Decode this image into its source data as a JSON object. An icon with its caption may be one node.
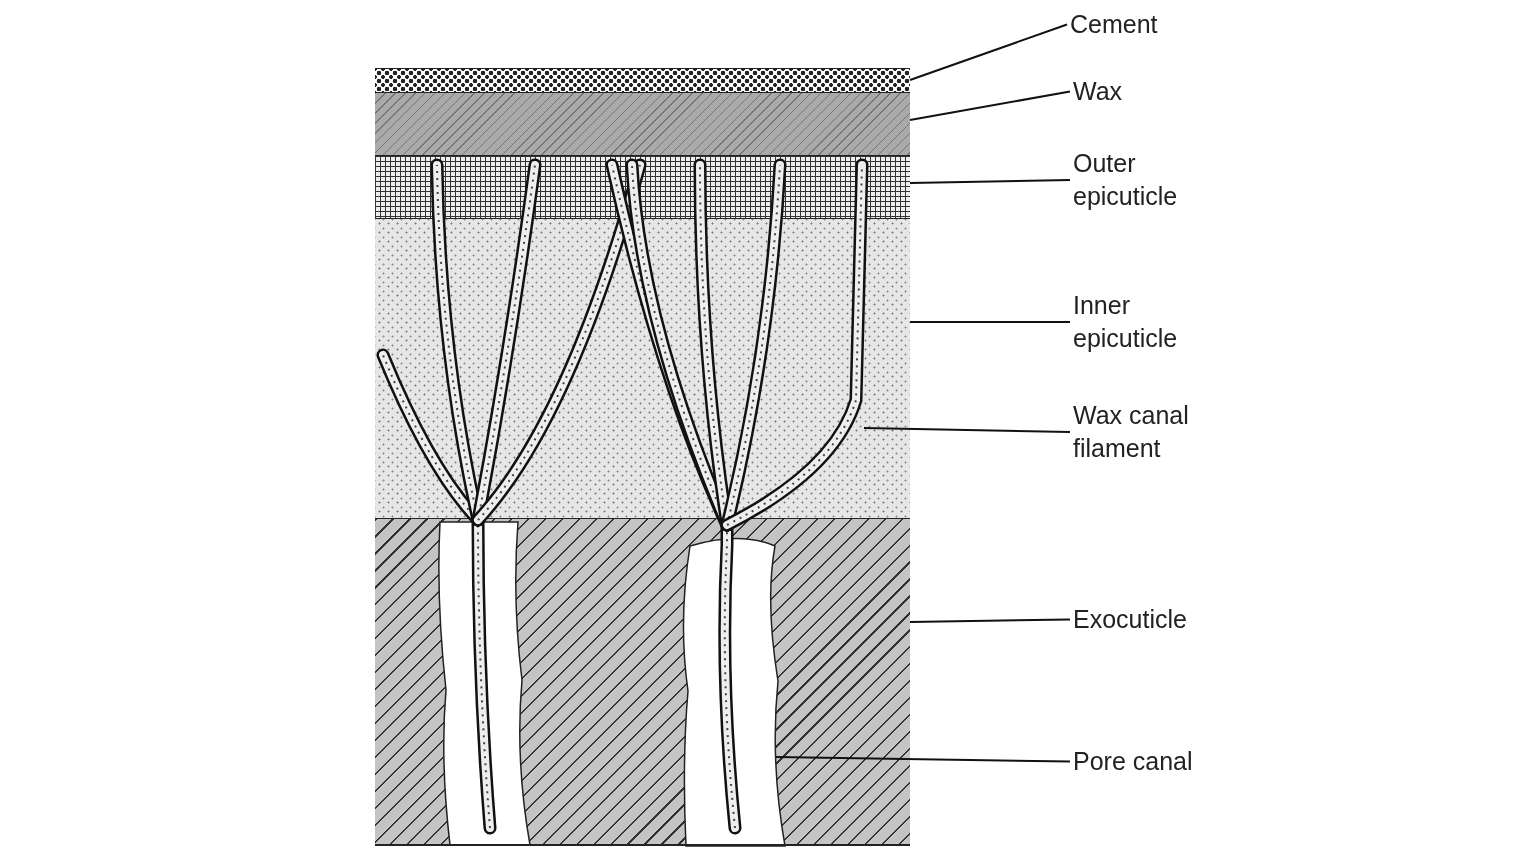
{
  "diagram": {
    "nodes": [
      {
        "text": [
          "Cement"
        ]
      },
      {
        "text": [
          "Wax"
        ]
      },
      {
        "text": [
          "Outer epicuticle"
        ]
      },
      {
        "text": [
          "Inner epicuticle"
        ]
      },
      {
        "text": [
          "Wax canal filament"
        ]
      },
      {
        "text": [
          "Exocuticle"
        ]
      },
      {
        "text": [
          "Pore canal"
        ]
      },
      {
        "text": [],
        "shape": "bar"
      },
      {
        "text": [],
        "shape": "bar"
      },
      {
        "text": [],
        "shape": "bar"
      },
      {
        "text": [],
        "shape": "bar"
      },
      {
        "text": [],
        "shape": "picture"
      },
      {
        "text": [],
        "shape": "bar"
      },
      {
        "text": [],
        "shape": "picture",
        "in": 12
      }
    ],
    "edges": [
      {
        "from": 0,
        "to": 7,
        "arrow": "none"
      },
      {
        "from": 1,
        "to": 8,
        "arrow": "none"
      },
      {
        "from": 2,
        "to": 9,
        "arrow": "none"
      },
      {
        "from": 3,
        "to": 10,
        "arrow": "none"
      },
      {
        "from": 4,
        "to": 11,
        "arrow": "none"
      },
      {
        "from": 5,
        "to": 12,
        "arrow": "none"
      },
      {
        "from": 6,
        "to": 13,
        "arrow": "none"
      }
    ]
  }
}
